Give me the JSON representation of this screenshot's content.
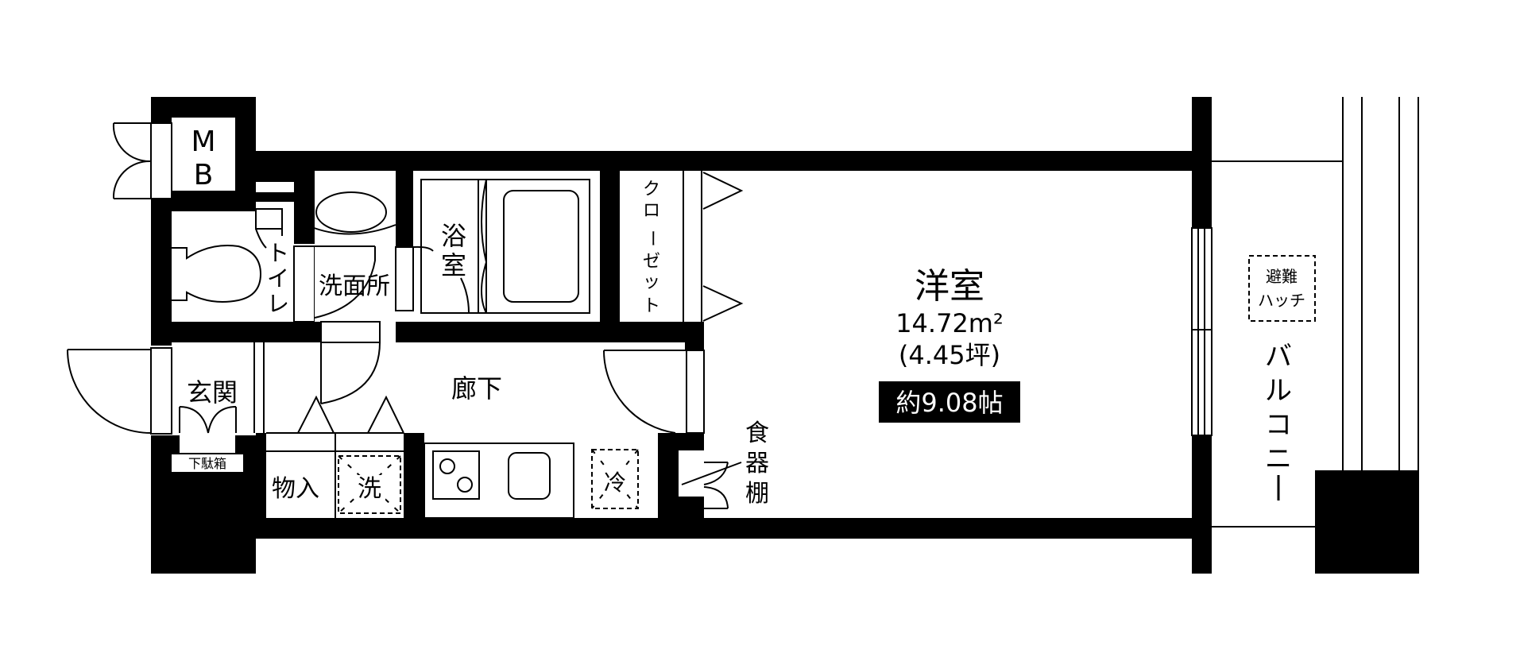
{
  "colors": {
    "wall": "#000000",
    "background": "#ffffff",
    "line": "#000000",
    "badge_bg": "#000000",
    "badge_text": "#ffffff"
  },
  "rooms": {
    "meter_box": {
      "line1": "M",
      "line2": "B"
    },
    "toilet": {
      "chars": [
        "ト",
        "イ",
        "レ"
      ],
      "label": "トイレ"
    },
    "washroom": {
      "label": "洗面所"
    },
    "bathroom": {
      "chars": [
        "浴",
        "室"
      ],
      "label": "浴室"
    },
    "closet": {
      "chars": [
        "ク",
        "ロ",
        "ー",
        "ゼ",
        "ッ",
        "ト"
      ],
      "label": "クローゼット"
    },
    "western_room": {
      "label": "洋室",
      "area_m2": "14.72m²",
      "area_tsubo": "(4.45坪)",
      "tatami_badge": "約9.08帖"
    },
    "entrance": {
      "label": "玄関"
    },
    "shoe_box": {
      "label": "下駄箱"
    },
    "hallway": {
      "label": "廊下"
    },
    "storage": {
      "label": "物入"
    },
    "washing_machine": {
      "label": "洗"
    },
    "refrigerator": {
      "label": "冷"
    },
    "cupboard": {
      "chars": [
        "食",
        "器",
        "棚"
      ],
      "label": "食器棚"
    },
    "balcony": {
      "chars": [
        "バ",
        "ル",
        "コ",
        "ニ",
        "ー"
      ],
      "label": "バルコニー"
    },
    "evacuation_hatch": {
      "line1": "避難",
      "line2": "ハッチ"
    }
  },
  "fixtures": [
    "stove-2-burner",
    "kitchen-sink",
    "bathtub",
    "wash-basin",
    "toilet-bowl"
  ]
}
